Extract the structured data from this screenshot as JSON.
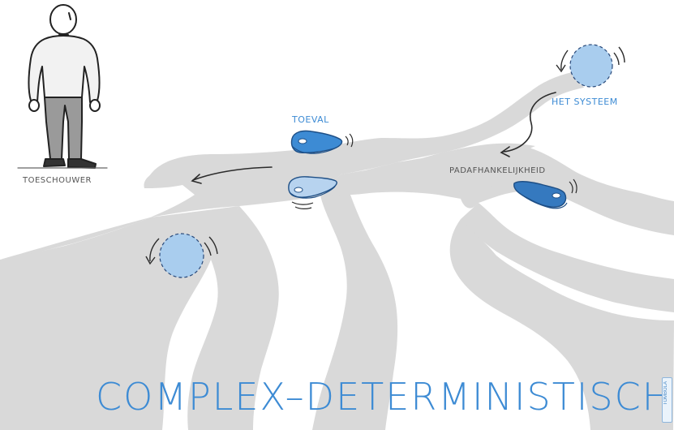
{
  "title": "COMPLEX–DETERMINISTISCH",
  "labels": {
    "observer": "TOESCHOUWER",
    "chance": "TOEVAL",
    "system": "HET SYSTEEM",
    "path_dependence": "PADAFHANKELIJKHEID"
  },
  "stamp": "TOMBOLA",
  "colors": {
    "accent_blue": "#3d8bd4",
    "river_gray": "#d9d9d9",
    "ball_fill": "#a9cdee",
    "stone_dark": "#3579bf",
    "stone_light": "#b7d3ef",
    "ink": "#2b2b2b"
  },
  "icons": [
    "person-figure",
    "ball-icon",
    "stone-icon",
    "arrow-icon",
    "motion-lines-icon"
  ]
}
